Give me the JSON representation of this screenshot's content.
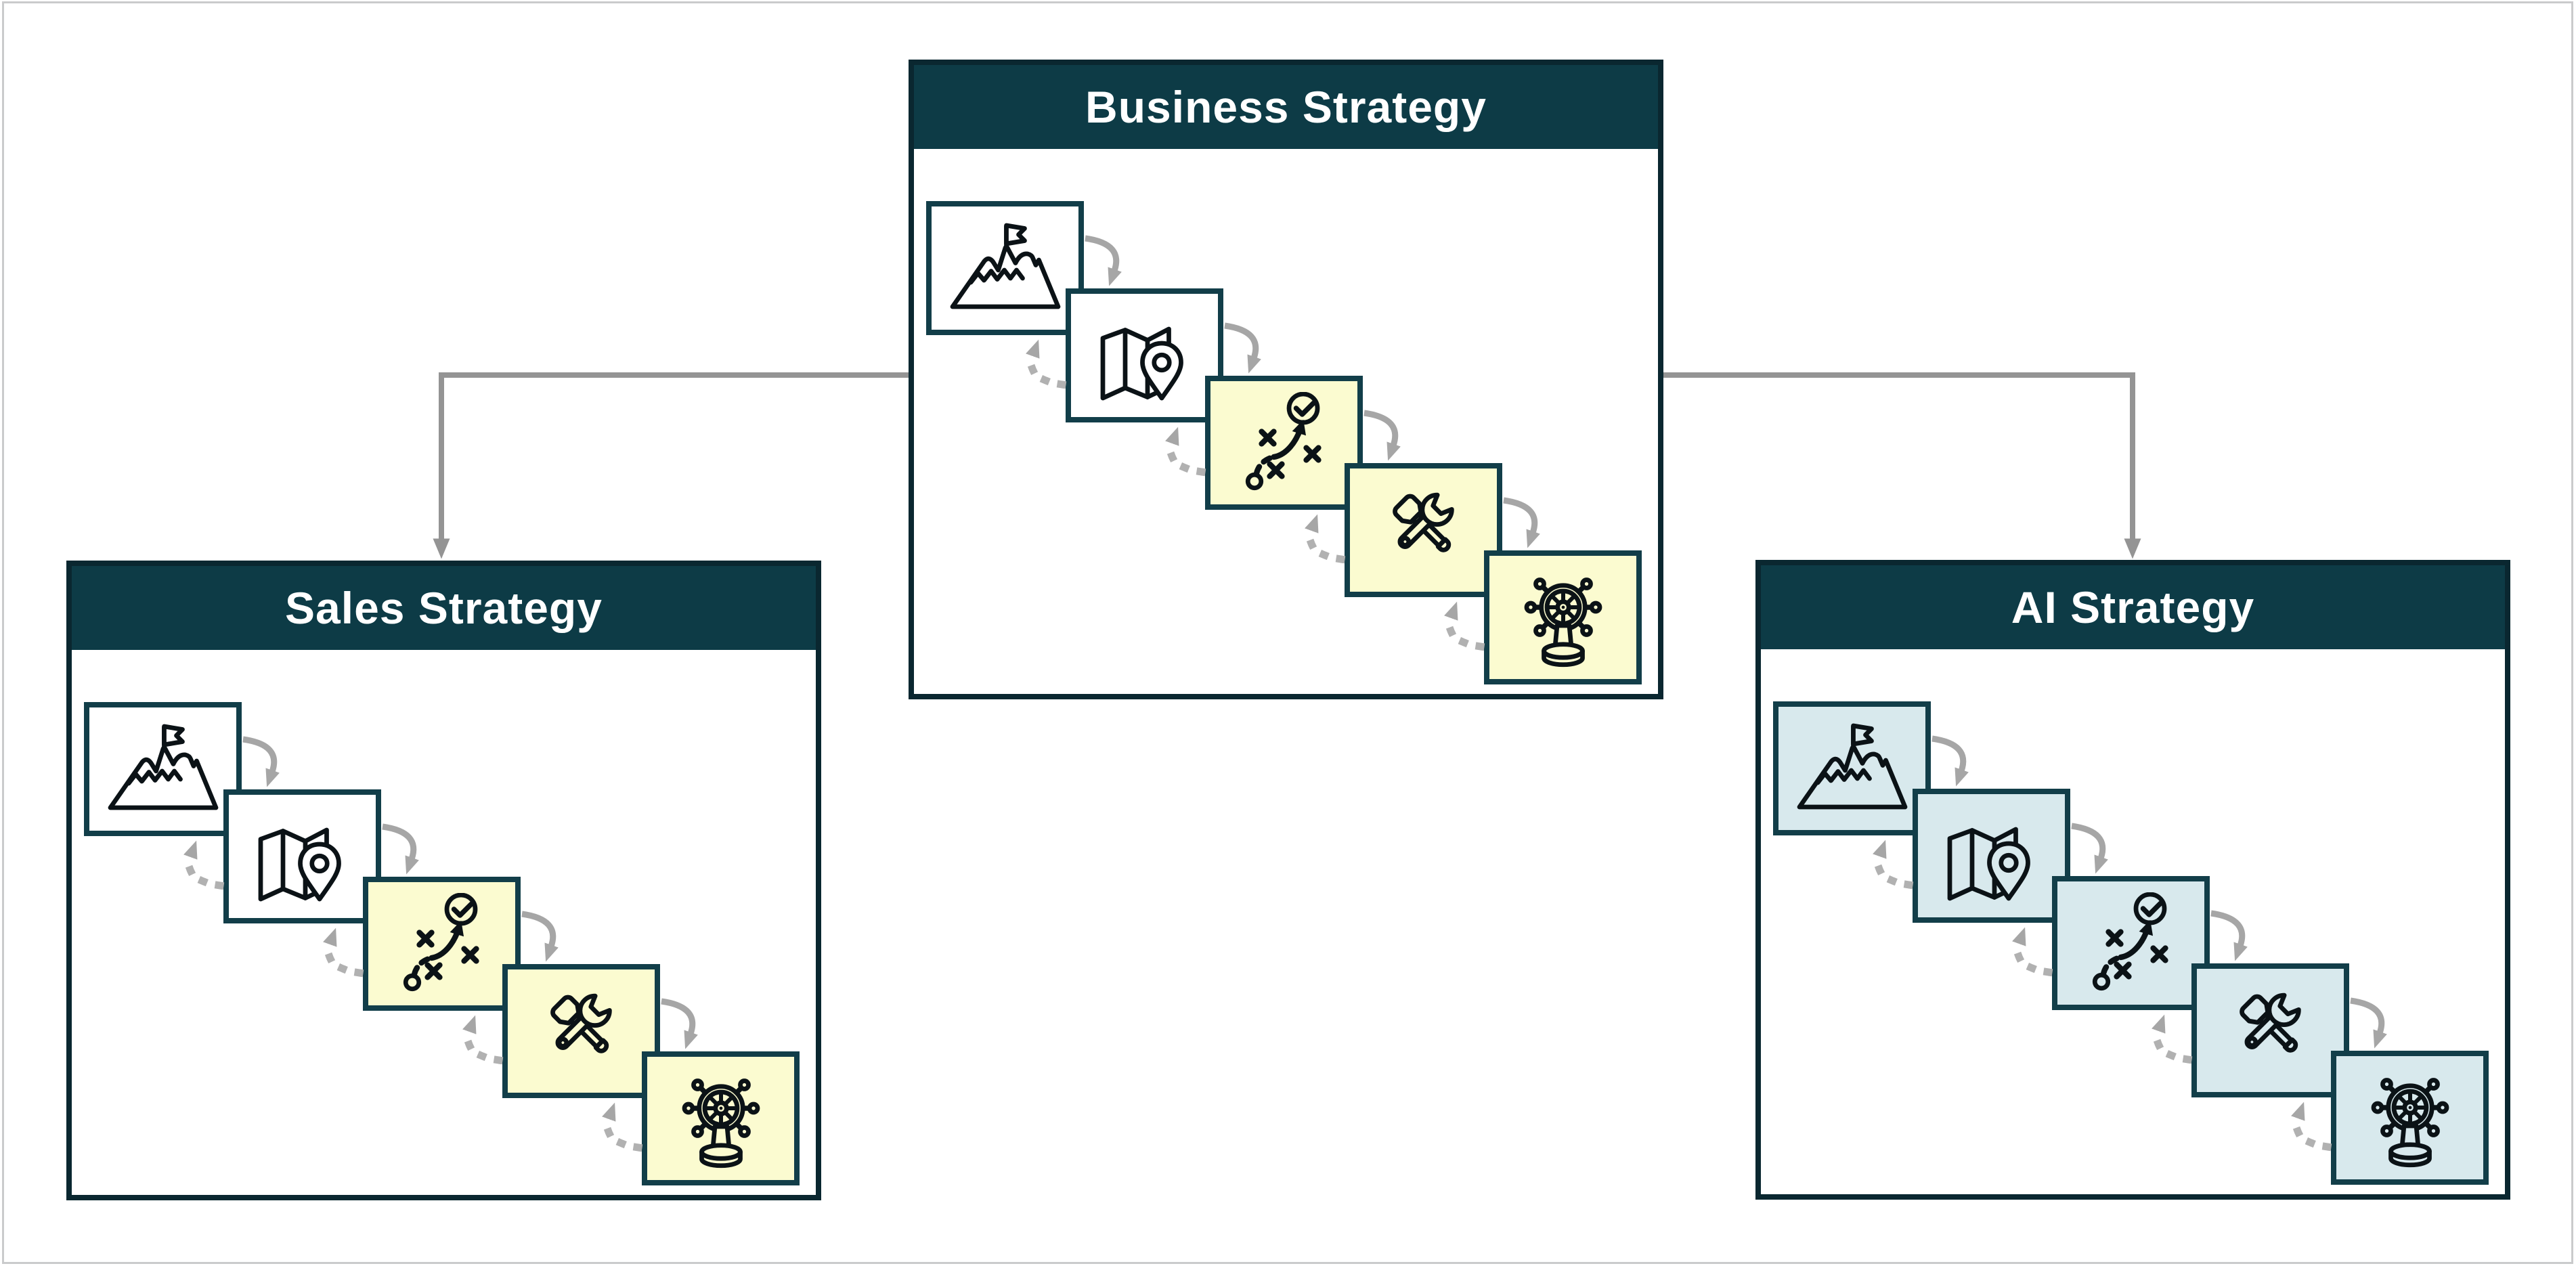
{
  "canvas": {
    "background": "#ffffff",
    "frame_color": "#cacbcc"
  },
  "boxes": {
    "business": {
      "title": "Business Strategy",
      "tile_fills": [
        "#ffffff",
        "#ffffff",
        "#fbfbd0",
        "#fbfbd0",
        "#fbfbd0"
      ]
    },
    "sales": {
      "title": "Sales Strategy",
      "tile_fills": [
        "#ffffff",
        "#ffffff",
        "#fbfbd0",
        "#fbfbd0",
        "#fbfbd0"
      ]
    },
    "ai": {
      "title": "AI Strategy",
      "tile_fills": [
        "#d8e9ed",
        "#d8e9ed",
        "#d8e9ed",
        "#d8e9ed",
        "#d8e9ed"
      ]
    }
  },
  "steps": [
    {
      "name": "goal",
      "icon": "mountain-flag-icon"
    },
    {
      "name": "roadmap",
      "icon": "map-pin-icon"
    },
    {
      "name": "tactics",
      "icon": "tactics-check-icon"
    },
    {
      "name": "implementation",
      "icon": "tools-icon"
    },
    {
      "name": "steering",
      "icon": "ship-helm-icon"
    }
  ],
  "connections": [
    {
      "from": "business",
      "to": "sales"
    },
    {
      "from": "business",
      "to": "ai"
    }
  ],
  "colors": {
    "header_fill": "#0d3b46",
    "header_text": "#ffffff",
    "box_border": "#0a2730",
    "tile_border": "#123e49",
    "icon_stroke": "#0b1216",
    "arrow_solid": "#a6a6a6",
    "arrow_dotted": "#b1b1b1",
    "connector": "#949494"
  }
}
